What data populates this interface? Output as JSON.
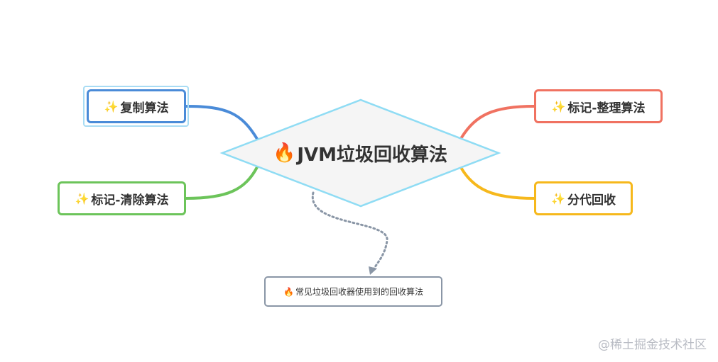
{
  "center": {
    "icon": "fire-icon",
    "label": "JVM垃圾回收算法"
  },
  "branches": {
    "copy": {
      "icon": "sparkles-icon",
      "label": "复制算法",
      "color": "#4a8bd8"
    },
    "mark_sweep": {
      "icon": "sparkles-icon",
      "label": "标记-清除算法",
      "color": "#6cc45a"
    },
    "mark_compact": {
      "icon": "sparkles-icon",
      "label": "标记-整理算法",
      "color": "#f07261"
    },
    "generational": {
      "icon": "sparkles-icon",
      "label": "分代回收",
      "color": "#f6b81c"
    }
  },
  "note": {
    "icon": "fire-icon",
    "label": "常见垃圾回收器使用到的回收算法"
  },
  "watermark": "@稀土掘金技术社区",
  "colors": {
    "diamond_border": "#8fdcf4",
    "diamond_fill": "#f5f5f5",
    "connector_dotted": "#8a96a6"
  }
}
